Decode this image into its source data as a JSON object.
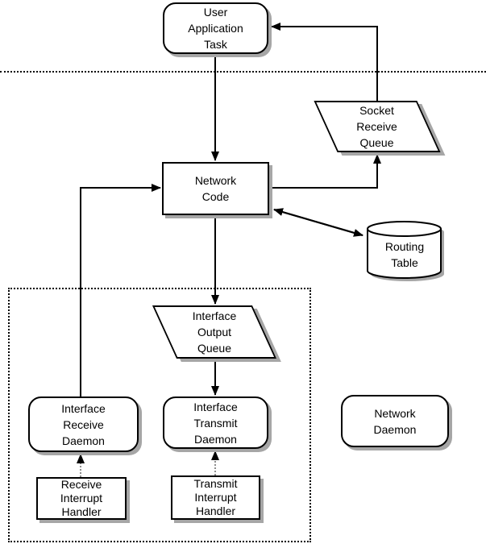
{
  "colors": {
    "line": "#000000",
    "shadow": "#a6a6a6",
    "node_bg": "#ffffff"
  },
  "nodes": {
    "user_application_task": {
      "shape": "rounded-rect",
      "lines": [
        "User",
        "Application",
        "Task"
      ]
    },
    "socket_receive_queue": {
      "shape": "parallelogram",
      "lines": [
        "Socket",
        "Receive",
        "Queue"
      ]
    },
    "network_code": {
      "shape": "rect",
      "lines": [
        "Network",
        "Code"
      ]
    },
    "routing_table": {
      "shape": "cylinder",
      "lines": [
        "Routing",
        "Table"
      ]
    },
    "interface_output_queue": {
      "shape": "parallelogram",
      "lines": [
        "Interface",
        "Output",
        "Queue"
      ]
    },
    "interface_receive_daemon": {
      "shape": "rounded-rect",
      "lines": [
        "Interface",
        "Receive",
        "Daemon"
      ]
    },
    "interface_transmit_daemon": {
      "shape": "rounded-rect",
      "lines": [
        "Interface",
        "Transmit",
        "Daemon"
      ]
    },
    "network_daemon": {
      "shape": "rounded-rect",
      "lines": [
        "Network",
        "Daemon"
      ]
    },
    "receive_interrupt_handler": {
      "shape": "rect",
      "lines": [
        "Receive",
        "Interrupt",
        "Handler"
      ]
    },
    "transmit_interrupt_handler": {
      "shape": "rect",
      "lines": [
        "Transmit",
        "Interrupt",
        "Handler"
      ]
    }
  },
  "edges": [
    {
      "from": "user_application_task",
      "to": "network_code",
      "style": "solid"
    },
    {
      "from": "socket_receive_queue",
      "to": "user_application_task",
      "style": "solid"
    },
    {
      "from": "network_code",
      "to": "socket_receive_queue",
      "style": "solid"
    },
    {
      "from": "network_code",
      "to": "routing_table",
      "style": "solid-bidirectional"
    },
    {
      "from": "network_code",
      "to": "interface_output_queue",
      "style": "solid"
    },
    {
      "from": "interface_output_queue",
      "to": "interface_transmit_daemon",
      "style": "solid"
    },
    {
      "from": "interface_receive_daemon",
      "to": "network_code",
      "style": "solid"
    },
    {
      "from": "receive_interrupt_handler",
      "to": "interface_receive_daemon",
      "style": "dotted"
    },
    {
      "from": "transmit_interrupt_handler",
      "to": "interface_transmit_daemon",
      "style": "dotted"
    }
  ]
}
